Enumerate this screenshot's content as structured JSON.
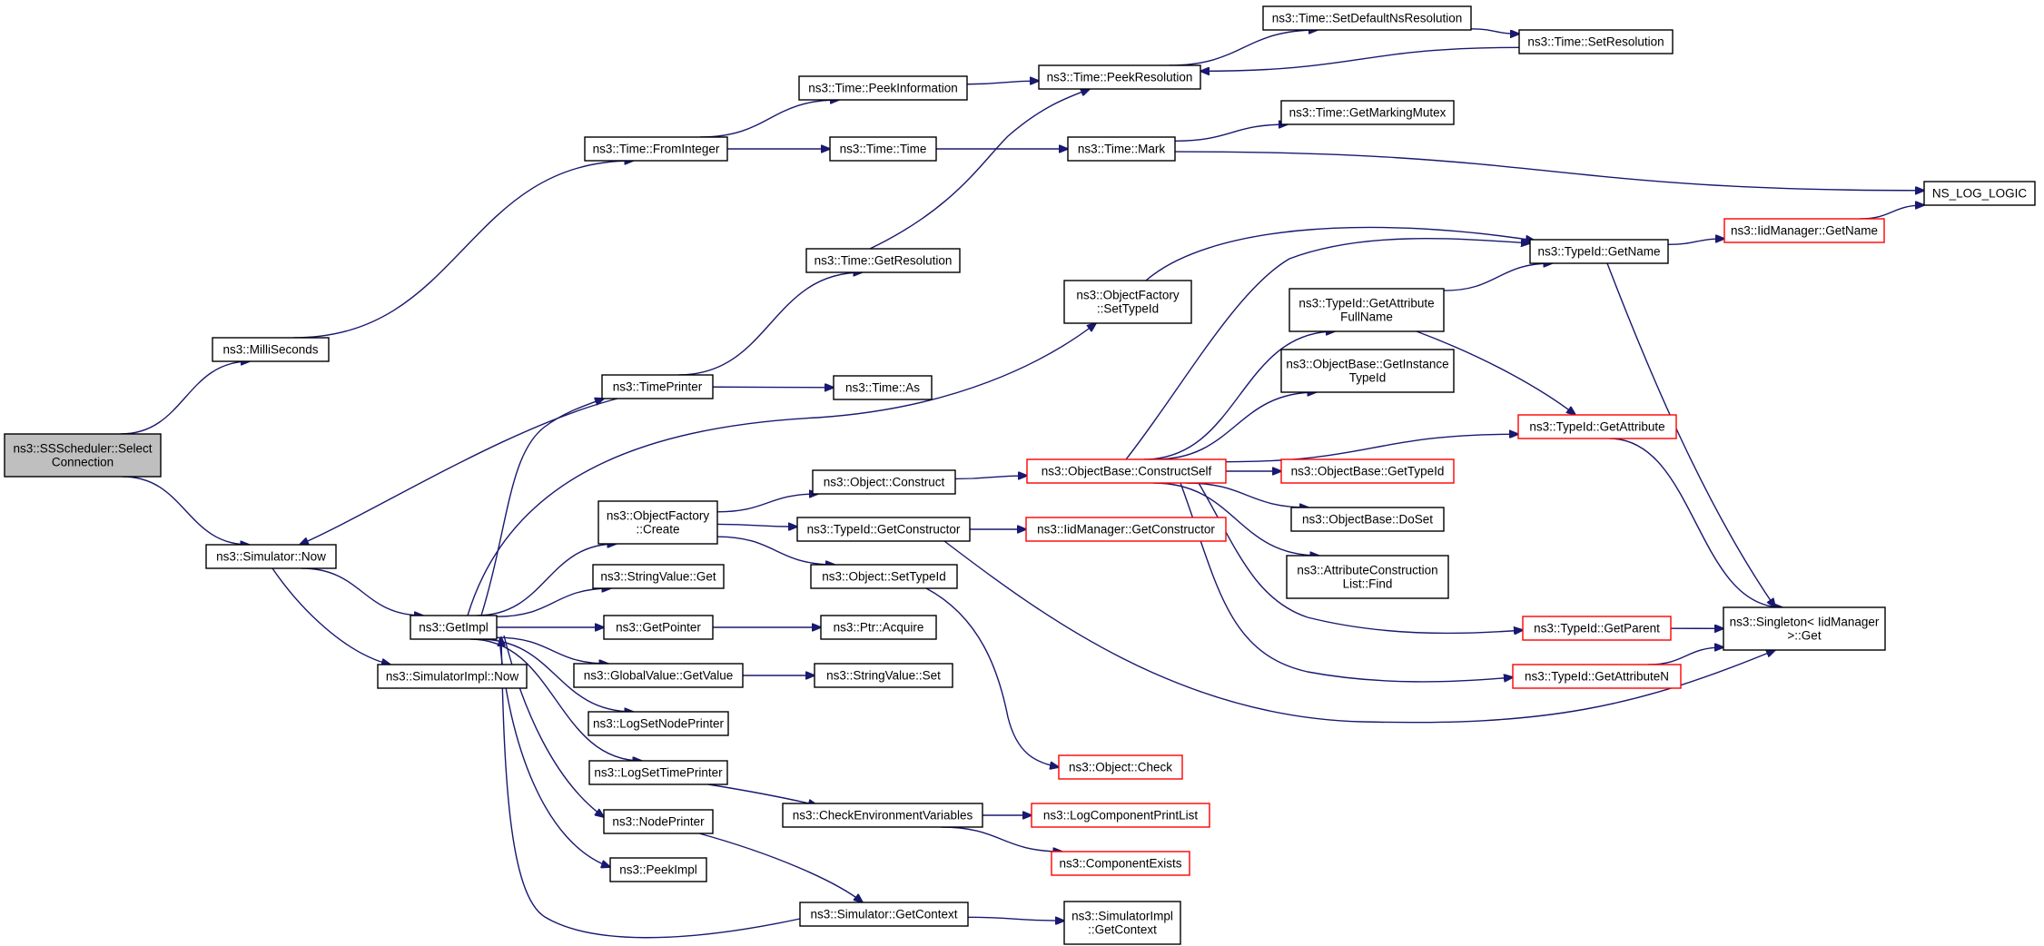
{
  "nodes": [
    {
      "id": "select_connection",
      "lines": [
        "ns3::SSScheduler::Select",
        "Connection"
      ],
      "style": "root"
    },
    {
      "id": "milliseconds",
      "lines": [
        "ns3::MilliSeconds"
      ],
      "style": "normal"
    },
    {
      "id": "simulator_now",
      "lines": [
        "ns3::Simulator::Now"
      ],
      "style": "normal"
    },
    {
      "id": "time_frominteger",
      "lines": [
        "ns3::Time::FromInteger"
      ],
      "style": "normal"
    },
    {
      "id": "time_peekinformation",
      "lines": [
        "ns3::Time::PeekInformation"
      ],
      "style": "normal"
    },
    {
      "id": "time_time",
      "lines": [
        "ns3::Time::Time"
      ],
      "style": "normal"
    },
    {
      "id": "time_peekresolution",
      "lines": [
        "ns3::Time::PeekResolution"
      ],
      "style": "normal"
    },
    {
      "id": "time_setdefaultnsresolution",
      "lines": [
        "ns3::Time::SetDefaultNsResolution"
      ],
      "style": "normal"
    },
    {
      "id": "time_setresolution",
      "lines": [
        "ns3::Time::SetResolution"
      ],
      "style": "normal"
    },
    {
      "id": "time_mark",
      "lines": [
        "ns3::Time::Mark"
      ],
      "style": "normal"
    },
    {
      "id": "time_getmarkingmutex",
      "lines": [
        "ns3::Time::GetMarkingMutex"
      ],
      "style": "normal"
    },
    {
      "id": "ns_log_logic",
      "lines": [
        "NS_LOG_LOGIC"
      ],
      "style": "normal"
    },
    {
      "id": "time_getresolution",
      "lines": [
        "ns3::Time::GetResolution"
      ],
      "style": "normal"
    },
    {
      "id": "timeprinter",
      "lines": [
        "ns3::TimePrinter"
      ],
      "style": "normal"
    },
    {
      "id": "time_as",
      "lines": [
        "ns3::Time::As"
      ],
      "style": "normal"
    },
    {
      "id": "objectfactory_settypeid",
      "lines": [
        "ns3::ObjectFactory",
        "::SetTypeId"
      ],
      "style": "normal"
    },
    {
      "id": "typeid_getname",
      "lines": [
        "ns3::TypeId::GetName"
      ],
      "style": "normal"
    },
    {
      "id": "iidmanager_getname",
      "lines": [
        "ns3::IidManager::GetName"
      ],
      "style": "red"
    },
    {
      "id": "typeid_getattributefullname",
      "lines": [
        "ns3::TypeId::GetAttribute",
        "FullName"
      ],
      "style": "normal"
    },
    {
      "id": "objectbase_getinstancetypeid",
      "lines": [
        "ns3::ObjectBase::GetInstance",
        "TypeId"
      ],
      "style": "normal"
    },
    {
      "id": "typeid_getattribute",
      "lines": [
        "ns3::TypeId::GetAttribute"
      ],
      "style": "red"
    },
    {
      "id": "objectbase_constructself",
      "lines": [
        "ns3::ObjectBase::ConstructSelf"
      ],
      "style": "red"
    },
    {
      "id": "objectbase_gettypeid",
      "lines": [
        "ns3::ObjectBase::GetTypeId"
      ],
      "style": "red"
    },
    {
      "id": "objectbase_doset",
      "lines": [
        "ns3::ObjectBase::DoSet"
      ],
      "style": "normal"
    },
    {
      "id": "attributeconstructionlist_find",
      "lines": [
        "ns3::AttributeConstruction",
        "List::Find"
      ],
      "style": "normal"
    },
    {
      "id": "singleton_get",
      "lines": [
        "ns3::Singleton< IidManager",
        ">::Get"
      ],
      "style": "normal"
    },
    {
      "id": "typeid_getparent",
      "lines": [
        "ns3::TypeId::GetParent"
      ],
      "style": "red"
    },
    {
      "id": "typeid_getattributen",
      "lines": [
        "ns3::TypeId::GetAttributeN"
      ],
      "style": "red"
    },
    {
      "id": "object_construct",
      "lines": [
        "ns3::Object::Construct"
      ],
      "style": "normal"
    },
    {
      "id": "objectfactory_create",
      "lines": [
        "ns3::ObjectFactory",
        "::Create"
      ],
      "style": "normal"
    },
    {
      "id": "typeid_getconstructor",
      "lines": [
        "ns3::TypeId::GetConstructor"
      ],
      "style": "normal"
    },
    {
      "id": "iidmanager_getconstructor",
      "lines": [
        "ns3::IidManager::GetConstructor"
      ],
      "style": "red"
    },
    {
      "id": "object_settypeid",
      "lines": [
        "ns3::Object::SetTypeId"
      ],
      "style": "normal"
    },
    {
      "id": "getimpl",
      "lines": [
        "ns3::GetImpl"
      ],
      "style": "normal"
    },
    {
      "id": "stringvalue_get",
      "lines": [
        "ns3::StringValue::Get"
      ],
      "style": "normal"
    },
    {
      "id": "getpointer",
      "lines": [
        "ns3::GetPointer"
      ],
      "style": "normal"
    },
    {
      "id": "ptr_acquire",
      "lines": [
        "ns3::Ptr::Acquire"
      ],
      "style": "normal"
    },
    {
      "id": "globalvalue_getvalue",
      "lines": [
        "ns3::GlobalValue::GetValue"
      ],
      "style": "normal"
    },
    {
      "id": "stringvalue_set",
      "lines": [
        "ns3::StringValue::Set"
      ],
      "style": "normal"
    },
    {
      "id": "simulatorimpl_now",
      "lines": [
        "ns3::SimulatorImpl::Now"
      ],
      "style": "normal"
    },
    {
      "id": "logsetnodeprinter",
      "lines": [
        "ns3::LogSetNodePrinter"
      ],
      "style": "normal"
    },
    {
      "id": "logsettimeprinter",
      "lines": [
        "ns3::LogSetTimePrinter"
      ],
      "style": "normal"
    },
    {
      "id": "object_check",
      "lines": [
        "ns3::Object::Check"
      ],
      "style": "red"
    },
    {
      "id": "checkenvironmentvariables",
      "lines": [
        "ns3::CheckEnvironmentVariables"
      ],
      "style": "normal"
    },
    {
      "id": "logcomponentprintlist",
      "lines": [
        "ns3::LogComponentPrintList"
      ],
      "style": "red"
    },
    {
      "id": "nodeprinter",
      "lines": [
        "ns3::NodePrinter"
      ],
      "style": "normal"
    },
    {
      "id": "componentexists",
      "lines": [
        "ns3::ComponentExists"
      ],
      "style": "red"
    },
    {
      "id": "peekimpl",
      "lines": [
        "ns3::PeekImpl"
      ],
      "style": "normal"
    },
    {
      "id": "simulator_getcontext",
      "lines": [
        "ns3::Simulator::GetContext"
      ],
      "style": "normal"
    },
    {
      "id": "simulatorimpl_getcontext",
      "lines": [
        "ns3::SimulatorImpl",
        "::GetContext"
      ],
      "style": "normal"
    }
  ],
  "edges": [
    [
      "select_connection",
      "milliseconds"
    ],
    [
      "select_connection",
      "simulator_now"
    ],
    [
      "milliseconds",
      "time_frominteger"
    ],
    [
      "time_frominteger",
      "time_peekinformation"
    ],
    [
      "time_frominteger",
      "time_time"
    ],
    [
      "time_peekinformation",
      "time_peekresolution"
    ],
    [
      "time_peekresolution",
      "time_setdefaultnsresolution"
    ],
    [
      "time_setdefaultnsresolution",
      "time_setresolution"
    ],
    [
      "time_setresolution",
      "time_peekresolution"
    ],
    [
      "time_time",
      "time_mark"
    ],
    [
      "time_mark",
      "time_getmarkingmutex"
    ],
    [
      "time_mark",
      "ns_log_logic"
    ],
    [
      "iidmanager_getname",
      "ns_log_logic"
    ],
    [
      "time_getresolution",
      "time_peekresolution"
    ],
    [
      "timeprinter",
      "time_getresolution"
    ],
    [
      "timeprinter",
      "time_as"
    ],
    [
      "timeprinter",
      "simulator_now"
    ],
    [
      "simulator_now",
      "getimpl"
    ],
    [
      "simulator_now",
      "simulatorimpl_now"
    ],
    [
      "getimpl",
      "timeprinter"
    ],
    [
      "getimpl",
      "objectfactory_settypeid"
    ],
    [
      "getimpl",
      "objectfactory_create"
    ],
    [
      "getimpl",
      "stringvalue_get"
    ],
    [
      "getimpl",
      "getpointer"
    ],
    [
      "getimpl",
      "globalvalue_getvalue"
    ],
    [
      "getimpl",
      "logsetnodeprinter"
    ],
    [
      "getimpl",
      "logsettimeprinter"
    ],
    [
      "getimpl",
      "nodeprinter"
    ],
    [
      "getimpl",
      "peekimpl"
    ],
    [
      "objectfactory_settypeid",
      "typeid_getname"
    ],
    [
      "typeid_getname",
      "iidmanager_getname"
    ],
    [
      "typeid_getname",
      "singleton_get"
    ],
    [
      "typeid_getattributefullname",
      "typeid_getname"
    ],
    [
      "typeid_getattributefullname",
      "typeid_getattribute"
    ],
    [
      "typeid_getattribute",
      "singleton_get"
    ],
    [
      "objectbase_constructself",
      "typeid_getname"
    ],
    [
      "objectbase_constructself",
      "typeid_getattributefullname"
    ],
    [
      "objectbase_constructself",
      "objectbase_getinstancetypeid"
    ],
    [
      "objectbase_constructself",
      "typeid_getattribute"
    ],
    [
      "objectbase_constructself",
      "objectbase_gettypeid"
    ],
    [
      "objectbase_constructself",
      "objectbase_doset"
    ],
    [
      "objectbase_constructself",
      "attributeconstructionlist_find"
    ],
    [
      "objectbase_constructself",
      "typeid_getparent"
    ],
    [
      "objectbase_constructself",
      "typeid_getattributen"
    ],
    [
      "typeid_getparent",
      "singleton_get"
    ],
    [
      "typeid_getattributen",
      "singleton_get"
    ],
    [
      "objectfactory_create",
      "object_construct"
    ],
    [
      "objectfactory_create",
      "typeid_getconstructor"
    ],
    [
      "objectfactory_create",
      "object_settypeid"
    ],
    [
      "object_construct",
      "objectbase_constructself"
    ],
    [
      "typeid_getconstructor",
      "iidmanager_getconstructor"
    ],
    [
      "typeid_getconstructor",
      "singleton_get"
    ],
    [
      "object_settypeid",
      "object_check"
    ],
    [
      "getpointer",
      "ptr_acquire"
    ],
    [
      "globalvalue_getvalue",
      "stringvalue_set"
    ],
    [
      "logsettimeprinter",
      "checkenvironmentvariables"
    ],
    [
      "checkenvironmentvariables",
      "logcomponentprintlist"
    ],
    [
      "checkenvironmentvariables",
      "componentexists"
    ],
    [
      "nodeprinter",
      "simulator_getcontext"
    ],
    [
      "simulator_getcontext",
      "getimpl"
    ],
    [
      "simulator_getcontext",
      "simulatorimpl_getcontext"
    ]
  ],
  "colors": {
    "edge": "#191970",
    "node_border": "#000000",
    "node_border_red": "#ff0000",
    "root_fill": "#bfbfbf",
    "node_fill": "#ffffff"
  }
}
